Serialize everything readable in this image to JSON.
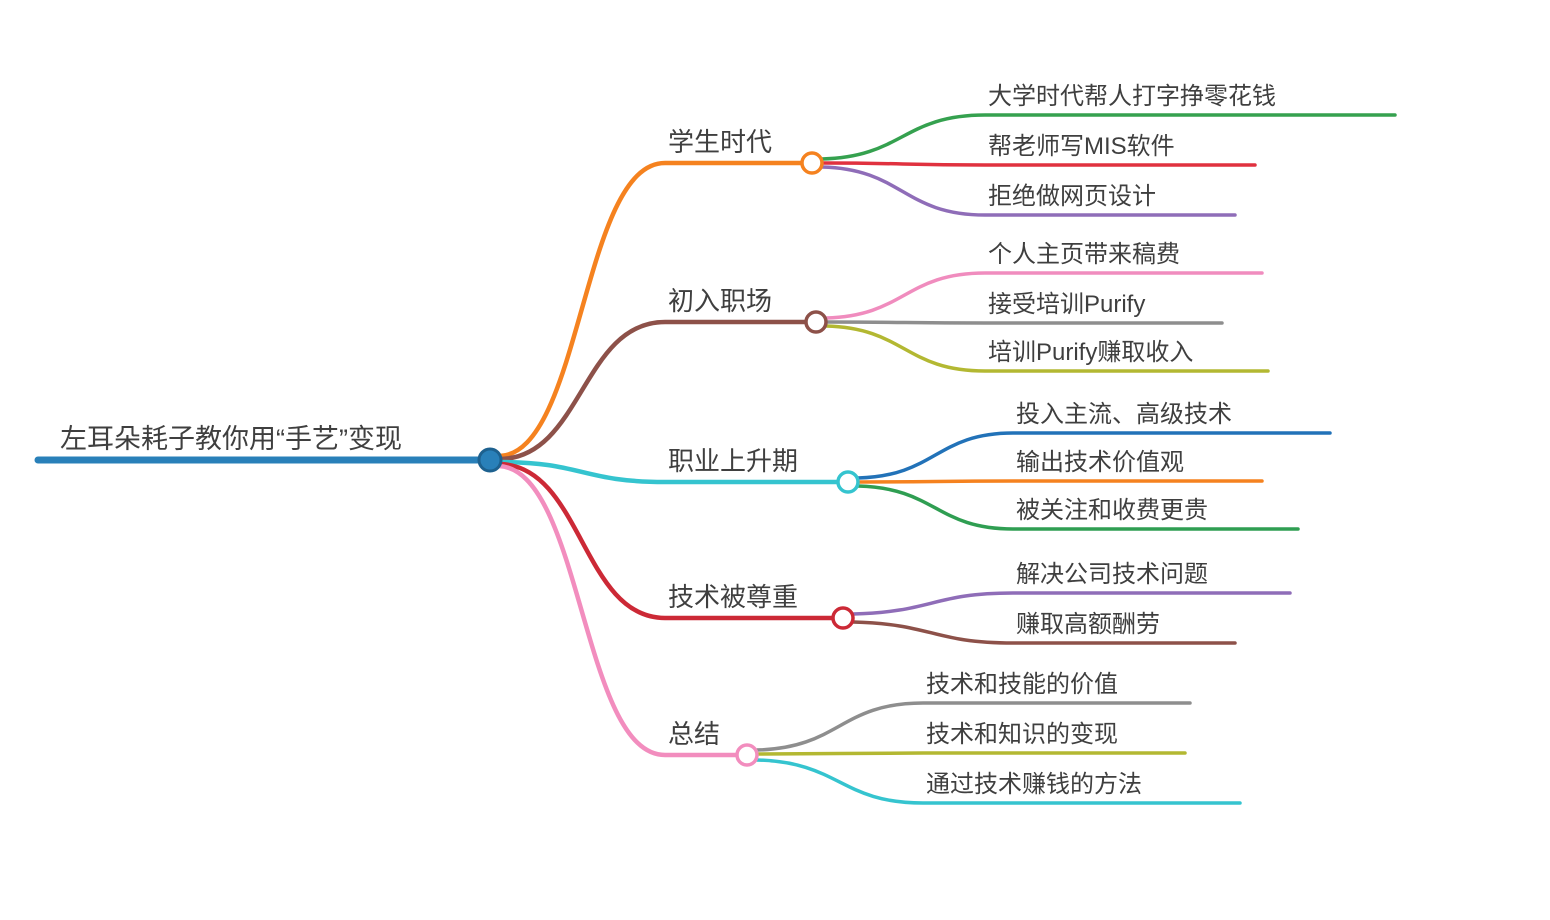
{
  "mindmap": {
    "root": {
      "label": "左耳朵耗子教你用“手艺”变现",
      "color": "#2980b9",
      "node_stroke": "#1d618f"
    },
    "branches": [
      {
        "label": "学生时代",
        "color": "#f5821f",
        "children": [
          {
            "label": "大学时代帮人打字挣零花钱",
            "color": "#35a14f"
          },
          {
            "label": "帮老师写MIS软件",
            "color": "#e0313f"
          },
          {
            "label": "拒绝做网页设计",
            "color": "#8f6db8"
          }
        ]
      },
      {
        "label": "初入职场",
        "color": "#8d5149",
        "children": [
          {
            "label": "个人主页带来稿费",
            "color": "#f08cbe"
          },
          {
            "label": "接受培训Purify",
            "color": "#8e8e8e"
          },
          {
            "label": "培训Purify赚取收入",
            "color": "#b3b832"
          }
        ]
      },
      {
        "label": "职业上升期",
        "color": "#35c4cf",
        "children": [
          {
            "label": "投入主流、高级技术",
            "color": "#2272b8"
          },
          {
            "label": "输出技术价值观",
            "color": "#f5821f"
          },
          {
            "label": "被关注和收费更贵",
            "color": "#2f9e52"
          }
        ]
      },
      {
        "label": "技术被尊重",
        "color": "#cc2936",
        "children": [
          {
            "label": "解决公司技术问题",
            "color": "#8f6db8"
          },
          {
            "label": "赚取高额酬劳",
            "color": "#8d5149"
          }
        ]
      },
      {
        "label": "总结",
        "color": "#f28dbe",
        "children": [
          {
            "label": "技术和技能的价值",
            "color": "#8e8e8e"
          },
          {
            "label": "技术和知识的变现",
            "color": "#b3b832"
          },
          {
            "label": "通过技术赚钱的方法",
            "color": "#35c4cf"
          }
        ]
      }
    ]
  }
}
